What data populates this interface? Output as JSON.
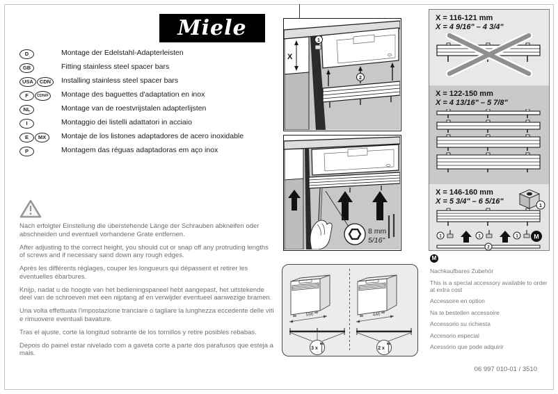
{
  "brand": {
    "logo_text": "Miele"
  },
  "doc_number": "06 997 010-01 / 3510",
  "languages": [
    {
      "badges": [
        "D"
      ],
      "title": "Montage der Edelstahl-Adapterleisten"
    },
    {
      "badges": [
        "GB"
      ],
      "title": "Fitting stainless steel spacer bars"
    },
    {
      "badges": [
        "USA",
        "CDN"
      ],
      "title": "Installing stainless steel spacer bars"
    },
    {
      "badges": [
        "F",
        "CDN/F"
      ],
      "title": "Montage des baguettes d'adaptation en inox"
    },
    {
      "badges": [
        "NL"
      ],
      "title": "Montage van de roestvrijstalen adapterlijsten"
    },
    {
      "badges": [
        "I"
      ],
      "title": "Montaggio dei listelli adattatori in acciaio"
    },
    {
      "badges": [
        "E",
        "MX"
      ],
      "title": "Montaje de los listones adaptadores de acero inoxidable"
    },
    {
      "badges": [
        "P"
      ],
      "title": "Montagem das réguas adaptadoras em aço inox"
    }
  ],
  "warning": {
    "paragraphs": [
      "Nach erfolgter Einstellung die überstehende Länge der Schrauben abkneifen oder abschneiden und eventuell vorhandene Grate entfernen.",
      "After adjusting to the correct height, you should cut or snap off any protruding lengths of screws and if necessary sand down any rough edges.",
      "Après les différents réglages, couper les longueurs qui dépassent et retirer les éventuelles ébarbures.",
      "Knijp, nadat u de hoogte van het bedieningspaneel hebt aangepast, het uitstekende deel van de schroeven met een nijptang af en verwijder eventueel aanwezige bramen.",
      "Una volta effettuata l'impostazione tranciare o tagliare la lunghezza eccedente delle viti e rimuovere eventuali bavature.",
      "Tras el ajuste, corte la longitud sobrante de los tornillos y retire posibles rebabas.",
      "Depois do painel estar nivelado com a gaveta corte a parte dos parafusos que esteja a mais."
    ]
  },
  "size_chart": {
    "sections": [
      {
        "metric": "X = 116-121 mm",
        "imperial": "X = 4 9/16\" – 4 3/4\"",
        "allowed": false
      },
      {
        "metric": "X = 122-150 mm",
        "imperial": "X = 4 13/16\" – 5 7/8\"",
        "allowed": true
      },
      {
        "metric": "X = 146-160 mm",
        "imperial": "X = 5 3/4\" – 6 5/16\"",
        "allowed": true
      }
    ]
  },
  "diagrams": {
    "x_dimension_label": "X",
    "callout_1": "1",
    "callout_2": "2",
    "wrench_metric": "8 mm",
    "wrench_imperial": "5/16\"",
    "width_60cm": "598",
    "width_45cm": "448",
    "screw_count_60cm": "3 x",
    "screw_count_45cm": "2 x",
    "m_logo": "M"
  },
  "accessory_note": {
    "lines": [
      "Nachkaufbares Zubehör",
      "This is a special accessory available to order at extra cost",
      "Accessoire en option",
      "Na te bestellen accessoire",
      "Accessorio su richiesta",
      "Accesorio especial",
      "Acessório que pode adquirir"
    ]
  },
  "colors": {
    "section_light": "#e8e8e8",
    "section_dark": "#c9c9c9",
    "cross_gray": "#8f8f8f",
    "logo_bg": "#000000"
  }
}
